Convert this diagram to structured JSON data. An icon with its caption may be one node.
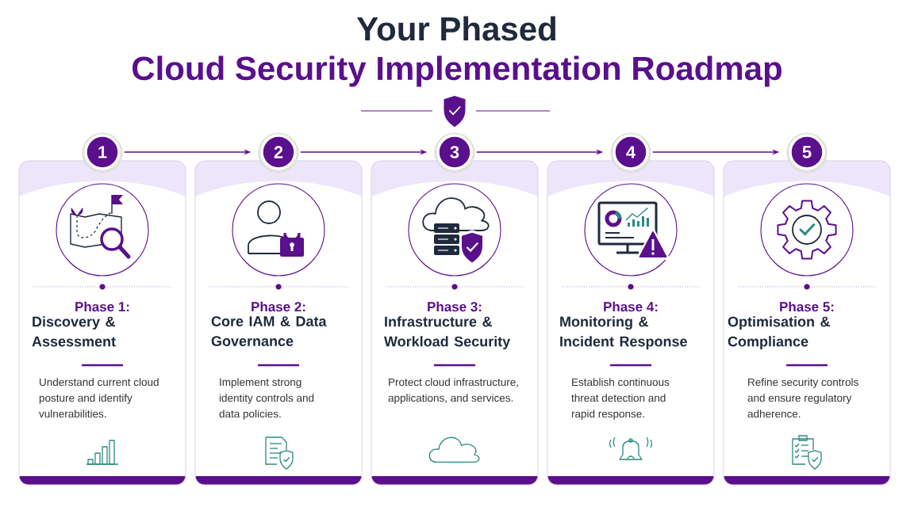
{
  "diagram": {
    "title": "Your Phased",
    "nodes": [
      {
        "text": [
          "1"
        ]
      },
      {
        "text": [
          "2"
        ]
      },
      {
        "text": [
          "3"
        ]
      },
      {
        "text": [
          "4"
        ]
      },
      {
        "text": [
          "5"
        ]
      },
      {
        "text": [
          "Phase 1:",
          "Discovery & Assessment",
          "Understand current cloud posture and identify vulnerabilities."
        ]
      },
      {
        "text": [
          "Phase 2:",
          "Core IAM & Data Governance",
          "Implement strong identity controls and data policies."
        ]
      },
      {
        "text": [
          "Phase 3:",
          "Infrastructure & Workload Security",
          "Protect cloud infrastructure, applications, and services."
        ]
      },
      {
        "text": [
          "Phase 4:",
          "Monitoring & Incident Response",
          "Establish continuous threat detection and rapid response."
        ]
      },
      {
        "text": [
          "Phase 5:",
          "Optimisation & Compliance",
          "Refine security controls and ensure regulatory adherence."
        ]
      }
    ],
    "edges": [
      {
        "from": 0,
        "to": 1,
        "arrow": "to"
      },
      {
        "from": 1,
        "to": 2,
        "arrow": "to"
      },
      {
        "from": 2,
        "to": 3,
        "arrow": "to"
      },
      {
        "from": 3,
        "to": 4,
        "arrow": "to"
      }
    ],
    "labels": [
      "Cloud Security Implementation Roadmap"
    ]
  }
}
